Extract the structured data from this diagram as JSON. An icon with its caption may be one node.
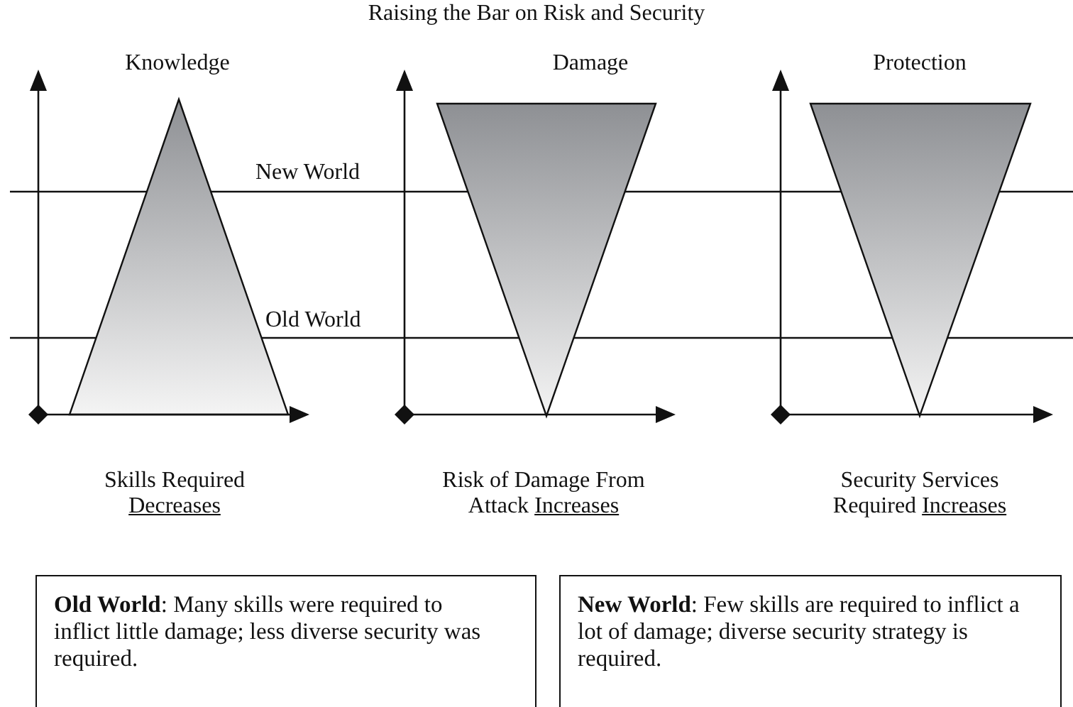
{
  "diagram": {
    "title": "Raising the Bar on Risk and Security",
    "nodes": [
      {
        "text": [
          "**Old World**: Many skills were required to inflict little damage; less diverse security was required."
        ]
      },
      {
        "text": [
          "**New World**: Few skills are required to inflict a lot of damage; diverse security strategy is required."
        ]
      }
    ],
    "labels": [
      "Knowledge",
      "Damage",
      "Protection",
      "New World",
      "Old World",
      "Skills Required Decreases",
      "Risk of Damage From Attack Increases",
      "Security Services Required Increases"
    ]
  }
}
